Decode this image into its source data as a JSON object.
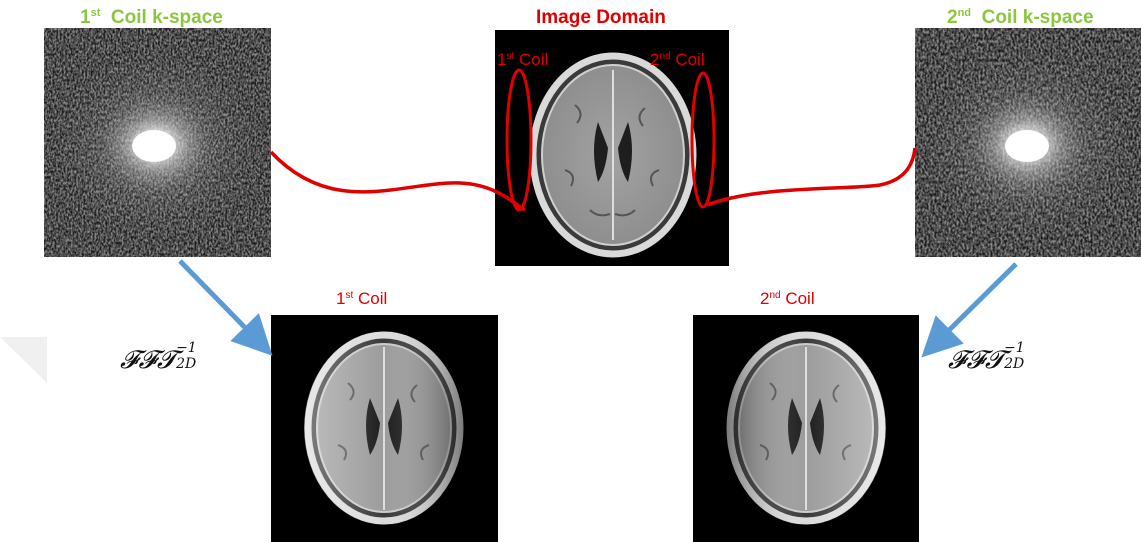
{
  "titles": {
    "coil1_kspace": {
      "ord": "1",
      "sup": "st",
      "rest": "Coil k-space"
    },
    "image_domain": "Image Domain",
    "coil2_kspace": {
      "ord": "2",
      "sup": "nd",
      "rest": "Coil k-space"
    }
  },
  "image_domain_labels": {
    "coil1": {
      "ord": "1",
      "sup": "st",
      "rest": "Coil"
    },
    "coil2": {
      "ord": "2",
      "sup": "nd",
      "rest": "Coil"
    }
  },
  "output_labels": {
    "coil1": {
      "ord": "1",
      "sup": "st",
      "rest": "Coil"
    },
    "coil2": {
      "ord": "2",
      "sup": "nd",
      "rest": "Coil"
    }
  },
  "formula": {
    "main": "𝓕𝓕𝓣",
    "superscript": "−1",
    "subscript": "2D"
  },
  "colors": {
    "kspace_title": "#8cc63f",
    "coil_label": "#e00000",
    "coil_curve": "#e00000",
    "fft_arrow": "#5b9bd5"
  }
}
